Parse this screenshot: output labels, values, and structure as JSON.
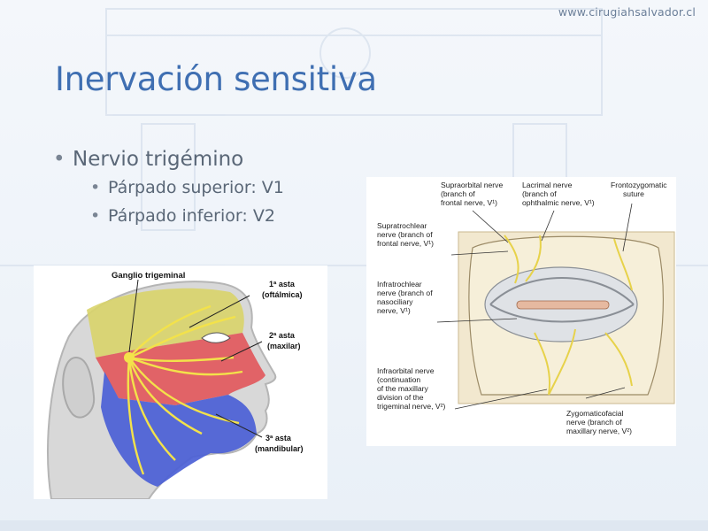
{
  "website": "www.cirugiahsalvador.cl",
  "slide_title": "Inervación sensitiva",
  "bullets": {
    "main": "Nervio trigémino",
    "sub": [
      "Párpado superior: V1",
      "Párpado inferior: V2"
    ]
  },
  "left_figure": {
    "ganglion": "Ganglio trigeminal",
    "branch1": [
      "1ª asta",
      "(oftálmica)"
    ],
    "branch2": [
      "2ª asta",
      "(maxilar)"
    ],
    "branch3": [
      "3ª asta",
      "(mandibular)"
    ]
  },
  "right_figure": {
    "supraorbital": [
      "Supraorbital nerve",
      "(branch of",
      "frontal nerve, V¹)"
    ],
    "lacrimal": [
      "Lacrimal nerve",
      "(branch of",
      "ophthalmic nerve, V¹)"
    ],
    "frontozygomatic": [
      "Frontozygomatic",
      "suture"
    ],
    "supratrochlear": [
      "Supratrochlear",
      "nerve (branch of",
      "frontal nerve, V¹)"
    ],
    "infratrochlear": [
      "Infratrochlear",
      "nerve (branch of",
      "nasociliary",
      "nerve, V¹)"
    ],
    "infraorbital": [
      "Infraorbital nerve",
      "(continuation",
      "of the maxillary",
      "division of the",
      "trigeminal nerve, V²)"
    ],
    "zygomaticofacial": [
      "Zygomaticofacial",
      "nerve (branch of",
      "maxillary nerve, V²)"
    ]
  },
  "colors": {
    "title": "#3f6fb2",
    "text": "#5a6777",
    "v1_region": "#d9d46a",
    "v2_region": "#e2575b",
    "v3_region": "#4b5fd6",
    "nerve": "#f3e24a"
  }
}
